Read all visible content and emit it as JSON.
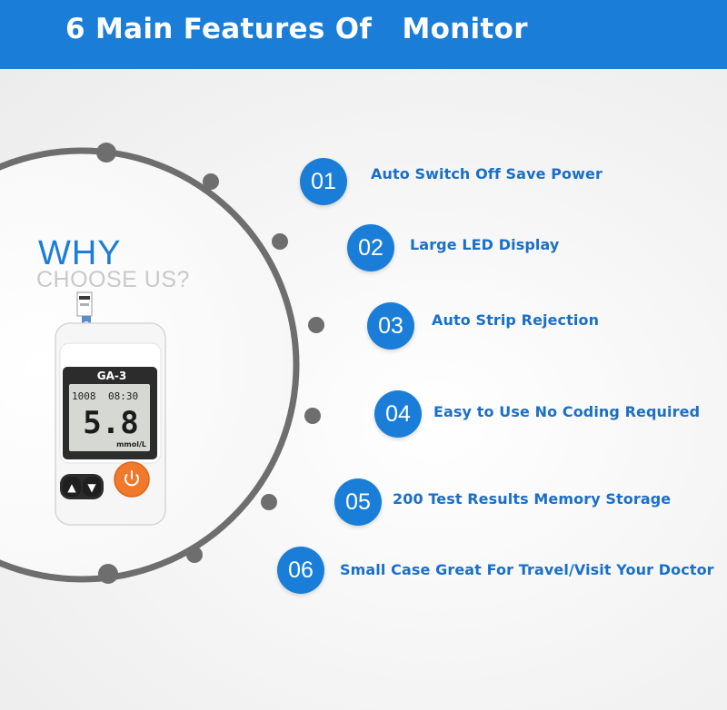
{
  "header": {
    "title": "6 Main Features Of   Monitor"
  },
  "promo": {
    "why": "WHY",
    "choose": "CHOOSE US?"
  },
  "device": {
    "model": "GA-3",
    "date": "1008",
    "time": "08:30",
    "reading": "5.8",
    "unit": "mmol/L",
    "up_symbol": "▲",
    "down_symbol": "▼",
    "power_icon": "power-icon"
  },
  "features": [
    {
      "number": "01",
      "label": "Auto Switch Off Save Power"
    },
    {
      "number": "02",
      "label": "Large LED Display"
    },
    {
      "number": "03",
      "label": "Auto Strip Rejection"
    },
    {
      "number": "04",
      "label": "Easy to Use No Coding Required"
    },
    {
      "number": "05",
      "label": "200 Test Results Memory Storage"
    },
    {
      "number": "06",
      "label": "Small Case Great For Travel/Visit Your Doctor"
    }
  ],
  "colors": {
    "header_bg": "#1a7ed8",
    "feature_circle": "#1a7ed8",
    "feature_text": "#1a6fc8",
    "power_button": "#f0792b",
    "ring": "#6e6e6e"
  }
}
